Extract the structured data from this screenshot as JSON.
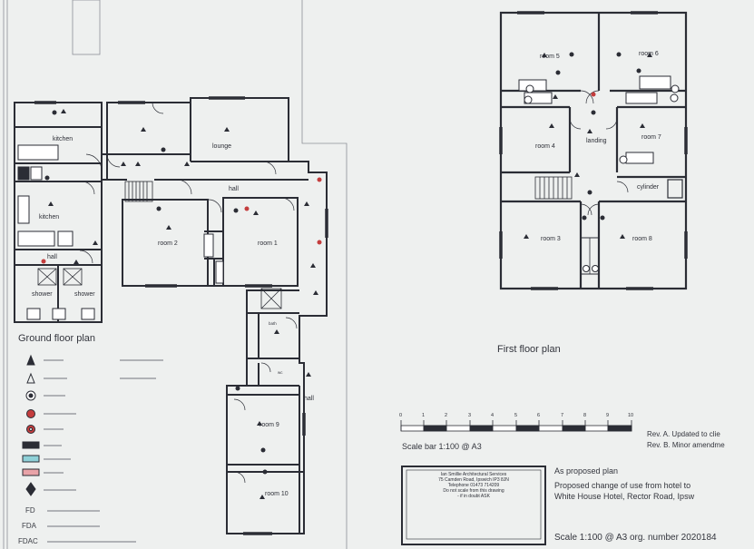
{
  "drawing": {
    "ground_title": "Ground floor plan",
    "first_title": "First floor plan",
    "scale_bar_caption": "Scale bar 1:100 @ A3",
    "scale_ticks": [
      "0",
      "1",
      "2",
      "3",
      "4",
      "5",
      "6",
      "7",
      "8",
      "9",
      "10"
    ],
    "ground_rooms": {
      "lounge": "lounge",
      "room1": "room 1",
      "room2": "room 2",
      "room9": "room 9",
      "room10": "room 10",
      "kitchen_top": "kitchen",
      "kitchen_bottom": "kitchen",
      "hall_main": "hall",
      "hall_left": "hall",
      "hall_side": "hall",
      "bath": "bath",
      "wc": "wc",
      "shower_left": "shower",
      "shower_right": "shower"
    },
    "first_rooms": {
      "room3": "room 3",
      "room4": "room 4",
      "room5": "room 5",
      "room6": "room 6",
      "room7": "room 7",
      "room8": "room 8",
      "landing": "landing",
      "cylinder": "cylinder"
    },
    "legend_codes": [
      "FD",
      "FDA",
      "FDAC"
    ],
    "title_block": {
      "firm": "Ian Smillie Architectural Services",
      "address": "75 Camden Road, Ipswich IP3 8JN",
      "telephone": "Telephone 01473 714209",
      "note1": "Do not scale from this drawing",
      "note2": "- if in doubt ASK"
    },
    "project": {
      "status": "As proposed plan",
      "description": "Proposed change of use from hotel to",
      "site": "White House Hotel, Rector Road, Ipsw",
      "scale_line": "Scale 1:100 @ A3 org. number 2020184"
    },
    "revisions": {
      "rev_a": "Rev. A. Updated to clie",
      "rev_b": "Rev. B. Minor amendme"
    }
  }
}
